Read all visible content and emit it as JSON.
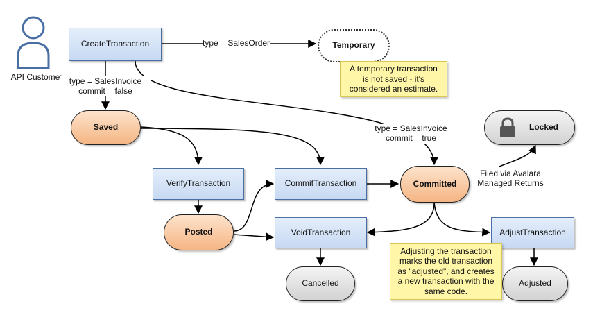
{
  "actor": {
    "icon": "user-icon",
    "label": "API Customer"
  },
  "nodes": {
    "create_transaction": "CreateTransaction",
    "temporary": "Temporary",
    "saved": "Saved",
    "verify_transaction": "VerifyTransaction",
    "commit_transaction": "CommitTransaction",
    "committed": "Committed",
    "locked": "Locked",
    "posted": "Posted",
    "void_transaction": "VoidTransaction",
    "adjust_transaction": "AdjustTransaction",
    "cancelled": "Cancelled",
    "adjusted": "Adjusted"
  },
  "edge_labels": {
    "type_sales_order": "type = SalesOrder",
    "sales_invoice_commit_false": "type = SalesInvoice\ncommit = false",
    "sales_invoice_commit_true": "type = SalesInvoice\ncommit = true",
    "filed_via_avalara": "Filed via Avalara\nManaged Returns"
  },
  "notes": {
    "temporary_note": "A temporary transaction\nis not saved - it's\nconsidered an estimate.",
    "adjust_note": "Adjusting the transaction\nmarks the old transaction\nas \"adjusted\", and creates\na new transaction with the\nsame code."
  },
  "icons": {
    "lock": "lock-icon"
  },
  "colors": {
    "process_fill": "#c7d9f2",
    "process_border": "#4a6fa5",
    "state_orange": "#f5b583",
    "state_gray": "#d2d2d2",
    "note_fill": "#fff6a8",
    "actor_stroke": "#4a6fa5"
  }
}
